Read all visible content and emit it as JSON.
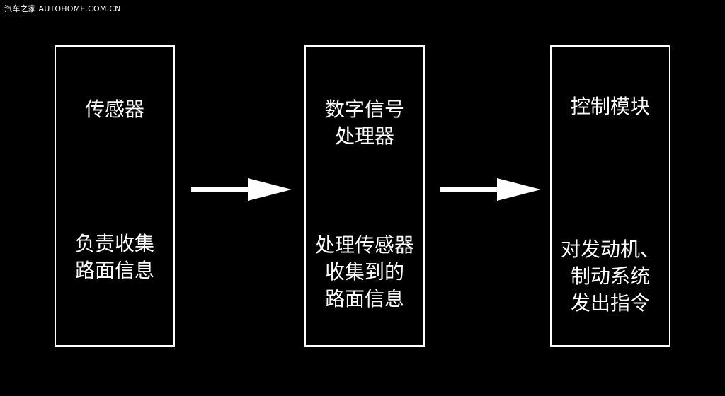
{
  "watermark": "汽车之家 AUTOHOME.COM.CN",
  "diagram": {
    "steps": [
      {
        "title": "传感器",
        "description": "负责收集\n路面信息"
      },
      {
        "title": "数字信号\n处理器",
        "description": "处理传感器\n收集到的\n路面信息"
      },
      {
        "title": "控制模块",
        "description": "对发动机、\n制动系统\n发出指令"
      }
    ]
  },
  "colors": {
    "background": "#000000",
    "foreground": "#ffffff"
  }
}
